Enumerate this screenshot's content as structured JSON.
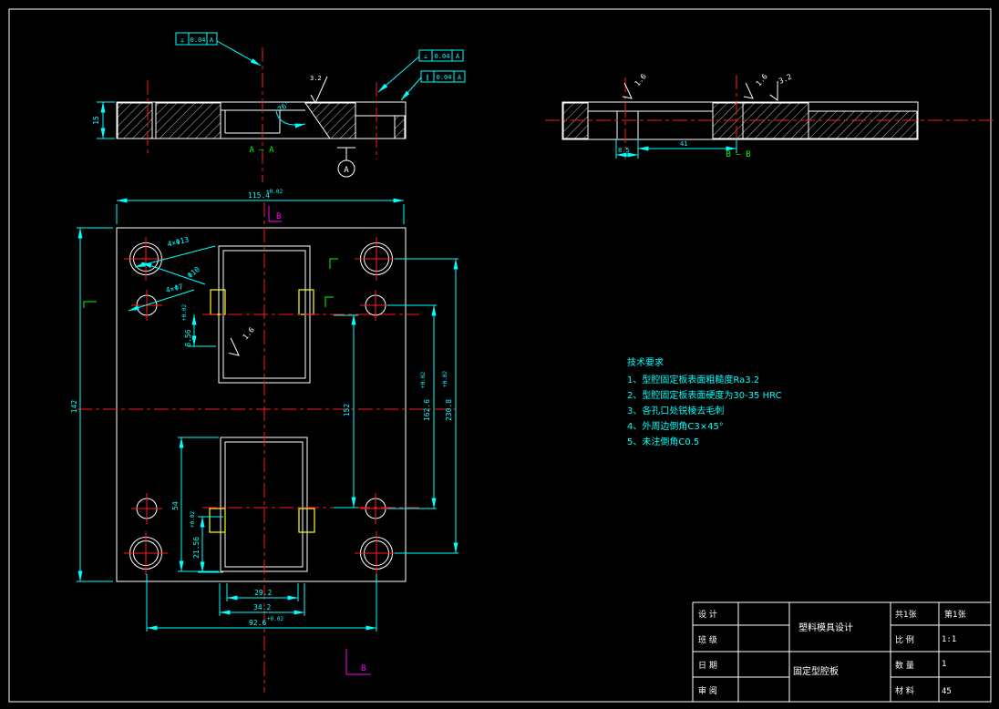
{
  "colors": {
    "background": "#000000",
    "geometry": "#ffffff",
    "centerline": "#ff1a1a",
    "dimension": "#00ffff",
    "view_label": "#00ff00",
    "section_mark": "#ff00ff",
    "highlight": "#ffff00"
  },
  "section_a": {
    "view_label": "A — A",
    "datum_label": "A",
    "thickness_dim": "15",
    "roughness": "3.2",
    "angle_dim": "76°",
    "gdt": [
      {
        "symbol": "⊥",
        "tolerance": "0.04",
        "datum": "A"
      },
      {
        "symbol": "⊥",
        "tolerance": "0.04",
        "datum": "A"
      },
      {
        "symbol": "∥",
        "tolerance": "0.04",
        "datum": "A"
      }
    ]
  },
  "section_b": {
    "view_label": "B — B",
    "dim_pocket": "8.5",
    "dim_span": "41",
    "roughness_left": "1.6",
    "roughness_mid": "1.6",
    "roughness_right": "3.2"
  },
  "plan": {
    "section_mark_top": "B",
    "section_mark_bottom": "B",
    "hole_counterbore": "4×Φ13",
    "hole_cb_depth": "Φ10",
    "hole_through": "4×Φ7",
    "cavity_roughness": "1.6",
    "dim_width_top": "115.4",
    "dim_width_top_tol": "+0.02",
    "dim_height_left": "142",
    "dim_step_upper": "8.56",
    "dim_step_upper_tol": "+0.02",
    "dim_cavity_lower": "54",
    "dim_step_lower": "21.56",
    "dim_step_lower_tol": "+0.02",
    "dim_cavity_span": "152",
    "dim_hole_span_inner": "162.6",
    "dim_hole_span_inner_tol": "+0.02",
    "dim_hole_span_outer": "230.8",
    "dim_hole_span_outer_tol": "+0.02",
    "dim_notch_width": "29.2",
    "dim_cavity_width": "34.2",
    "dim_hole_pitch": "92.6",
    "dim_hole_pitch_tol": "+0.02"
  },
  "notes": {
    "title": "技术要求",
    "items": [
      "1、型腔固定板表面粗糙度Ra3.2",
      "2、型腔固定板表面硬度为30-35 HRC",
      "3、各孔口处锐棱去毛刺",
      "4、外周边倒角C3×45°",
      "5、未注倒角C0.5"
    ]
  },
  "title_block": {
    "rows": [
      {
        "label": "设 计",
        "value": ""
      },
      {
        "label": "班 级",
        "value": ""
      },
      {
        "label": "日 期",
        "value": ""
      },
      {
        "label": "审 阅",
        "value": ""
      }
    ],
    "project": "塑料模具设计",
    "part": "固定型腔板",
    "sheet_label": "共1张",
    "sheet_no": "第1张",
    "scale_label": "比 例",
    "scale": "1:1",
    "qty_label": "数 量",
    "qty": "1",
    "material_label": "材 料",
    "material": "45"
  }
}
